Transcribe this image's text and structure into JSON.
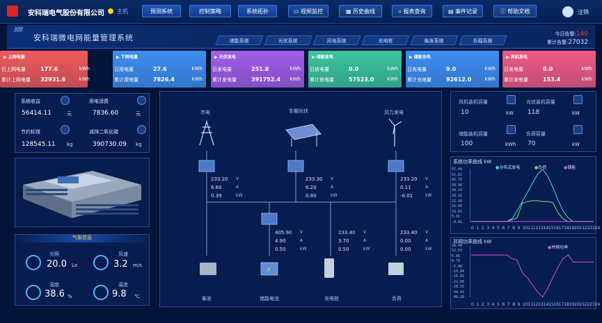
{
  "header": {
    "company": "安科瑞电气股份有限公司",
    "host": "主机",
    "nav": [
      "预测系统",
      "控制策略",
      "系统拓扑",
      "视频监控",
      "历史曲线",
      "报表查询",
      "事件记录",
      "帮助文档"
    ],
    "user": "注销"
  },
  "title": {
    "deco": "//////",
    "system": "安科瑞微电网能量管理系统",
    "tabs": [
      "储能系统",
      "光伏系统",
      "风电系统",
      "充电桩",
      "柴发系统",
      "负载系统"
    ],
    "alarm_today_label": "今日告警:",
    "alarm_today": "140",
    "alarm_total_label": "累计告警:",
    "alarm_total": "27032"
  },
  "cards": [
    {
      "title": "▶ 上网电量",
      "l1": "日上网电量",
      "v1": "177.6",
      "u1": "kWh",
      "l2": "累计上网电量",
      "v2": "32931.6",
      "u2": "kWh",
      "color": "#f05a5a"
    },
    {
      "title": "▶ 下网电量",
      "l1": "日用电量",
      "v1": "27.6",
      "u1": "kWh",
      "l2": "累计用电量",
      "v2": "7826.4",
      "u2": "kWh",
      "color": "#3f8ef0"
    },
    {
      "title": "▶ 光伏发电",
      "l1": "日发电量",
      "v1": "251.8",
      "u1": "kWh",
      "l2": "累计发电量",
      "v2": "391752.4",
      "u2": "kWh",
      "color": "#a35de8"
    },
    {
      "title": "▶ 储能放电",
      "l1": "日放电量",
      "v1": "0.0",
      "u1": "kWh",
      "l2": "累计放电量",
      "v2": "57523.0",
      "u2": "kWh",
      "color": "#3cc49e"
    },
    {
      "title": "▶ 储能充电",
      "l1": "日充电量",
      "v1": "9.0",
      "u1": "kWh",
      "l2": "累计充电量",
      "v2": "92612.0",
      "u2": "kWh",
      "color": "#3f8ef0"
    },
    {
      "title": "▶ 风机发电",
      "l1": "日发电量",
      "v1": "0.0",
      "u1": "kWh",
      "l2": "累计发电量",
      "v2": "153.4",
      "u2": "kWh",
      "color": "#f05a86"
    }
  ],
  "stats": [
    {
      "label": "系统收益",
      "value": "56414.11",
      "unit": "元"
    },
    {
      "label": "用电消费",
      "value": "7836.60",
      "unit": "元"
    },
    {
      "label": "节约标煤",
      "value": "128545.11",
      "unit": "kg"
    },
    {
      "label": "减排二氧化碳",
      "value": "390730.09",
      "unit": "kg"
    }
  ],
  "weather": {
    "title": "气象信息",
    "items": [
      {
        "label": "光照",
        "value": "20.0",
        "unit": "Lx",
        "icon": "sun-icon"
      },
      {
        "label": "风速",
        "value": "3.2",
        "unit": "m/s",
        "icon": "fan-icon"
      },
      {
        "label": "湿度",
        "value": "38.6",
        "unit": "%",
        "icon": "humidity-icon"
      },
      {
        "label": "温度",
        "value": "9.8",
        "unit": "℃",
        "icon": "thermometer-icon"
      }
    ]
  },
  "diagram": {
    "sources": [
      "市电",
      "车棚光伏",
      "风力发电"
    ],
    "loads": [
      "柴发",
      "储能电池",
      "充电桩",
      "负荷"
    ],
    "top_readings": [
      {
        "v": "233.20",
        "a": "6.60",
        "kw": "0.39"
      },
      {
        "v": "233.30",
        "a": "6.20",
        "kw": "0.80"
      },
      {
        "v": "233.20",
        "a": "0.11",
        "kw": "-0.01"
      }
    ],
    "bottom_readings": [
      {
        "v": "405.90",
        "a": "4.90",
        "kw": "0.50"
      },
      {
        "v": "233.40",
        "a": "3.70",
        "kw": "0.50"
      },
      {
        "v": "233.40",
        "a": "0.00",
        "kw": "0.00"
      }
    ],
    "units": [
      "V",
      "A",
      "kW"
    ]
  },
  "capacity": [
    {
      "label": "风机装机容量",
      "value": "10",
      "unit": "kW"
    },
    {
      "label": "光伏装机容量",
      "value": "118",
      "unit": "kW"
    },
    {
      "label": "储能装机容量",
      "value": "100",
      "unit": "kWh"
    },
    {
      "label": "负荷容量",
      "value": "70",
      "unit": "kW"
    }
  ],
  "chart_data": [
    {
      "type": "line",
      "title": "系统功率曲线",
      "ylabel": "kW",
      "x": [
        0,
        1,
        2,
        3,
        4,
        5,
        6,
        7,
        8,
        9,
        10,
        11,
        12,
        13,
        14,
        15,
        16,
        17,
        18,
        19,
        20,
        21,
        22,
        23,
        24
      ],
      "yticks": [
        "57.44",
        "51.62",
        "45.79",
        "39.96",
        "34.14",
        "28.31",
        "22.49",
        "16.66",
        "10.83",
        "5.01",
        "-0.82"
      ],
      "ylim": [
        -0.82,
        57.44
      ],
      "series": [
        {
          "name": "分布式发电",
          "color": "#49d6ff",
          "values": [
            0,
            0,
            0,
            0,
            0,
            0,
            0,
            0,
            3,
            12,
            22,
            32,
            42,
            52,
            58,
            50,
            38,
            24,
            12,
            4,
            0,
            0,
            0,
            0,
            0
          ]
        },
        {
          "name": "负荷",
          "color": "#7be36b",
          "values": [
            0,
            0,
            0,
            0,
            0,
            0,
            0,
            0,
            2,
            4,
            20,
            22,
            23,
            23,
            22,
            22,
            21,
            10,
            3,
            0,
            0,
            0,
            0,
            0,
            0
          ]
        },
        {
          "name": "储能",
          "color": "#e14be6",
          "values": [
            0,
            0,
            0,
            0,
            0,
            0,
            0,
            0,
            0,
            0,
            0,
            0,
            0,
            0,
            0,
            0,
            0,
            0,
            0,
            0,
            0,
            0,
            0,
            0,
            0
          ]
        }
      ]
    },
    {
      "type": "line",
      "title": "并网功率曲线",
      "ylabel": "kW",
      "x": [
        0,
        1,
        2,
        3,
        4,
        5,
        6,
        7,
        8,
        9,
        10,
        11,
        12,
        13,
        14,
        15,
        16,
        17,
        18,
        19,
        20,
        21,
        22,
        23,
        24
      ],
      "yticks": [
        "18.40",
        "12.53",
        "6.66",
        "0.79",
        "-5.08",
        "-10.94",
        "-16.81",
        "-22.68",
        "-28.55",
        "-34.41",
        "-40.28"
      ],
      "ylim": [
        -40.28,
        18.4
      ],
      "series": [
        {
          "name": "并网功率",
          "color": "#e14be6",
          "values": [
            8,
            8,
            8,
            8,
            8,
            8,
            8,
            8,
            4,
            2,
            -12,
            -18,
            -26,
            -34,
            -40,
            -30,
            -18,
            -6,
            4,
            8,
            0,
            0,
            0,
            0,
            0
          ]
        }
      ]
    }
  ]
}
